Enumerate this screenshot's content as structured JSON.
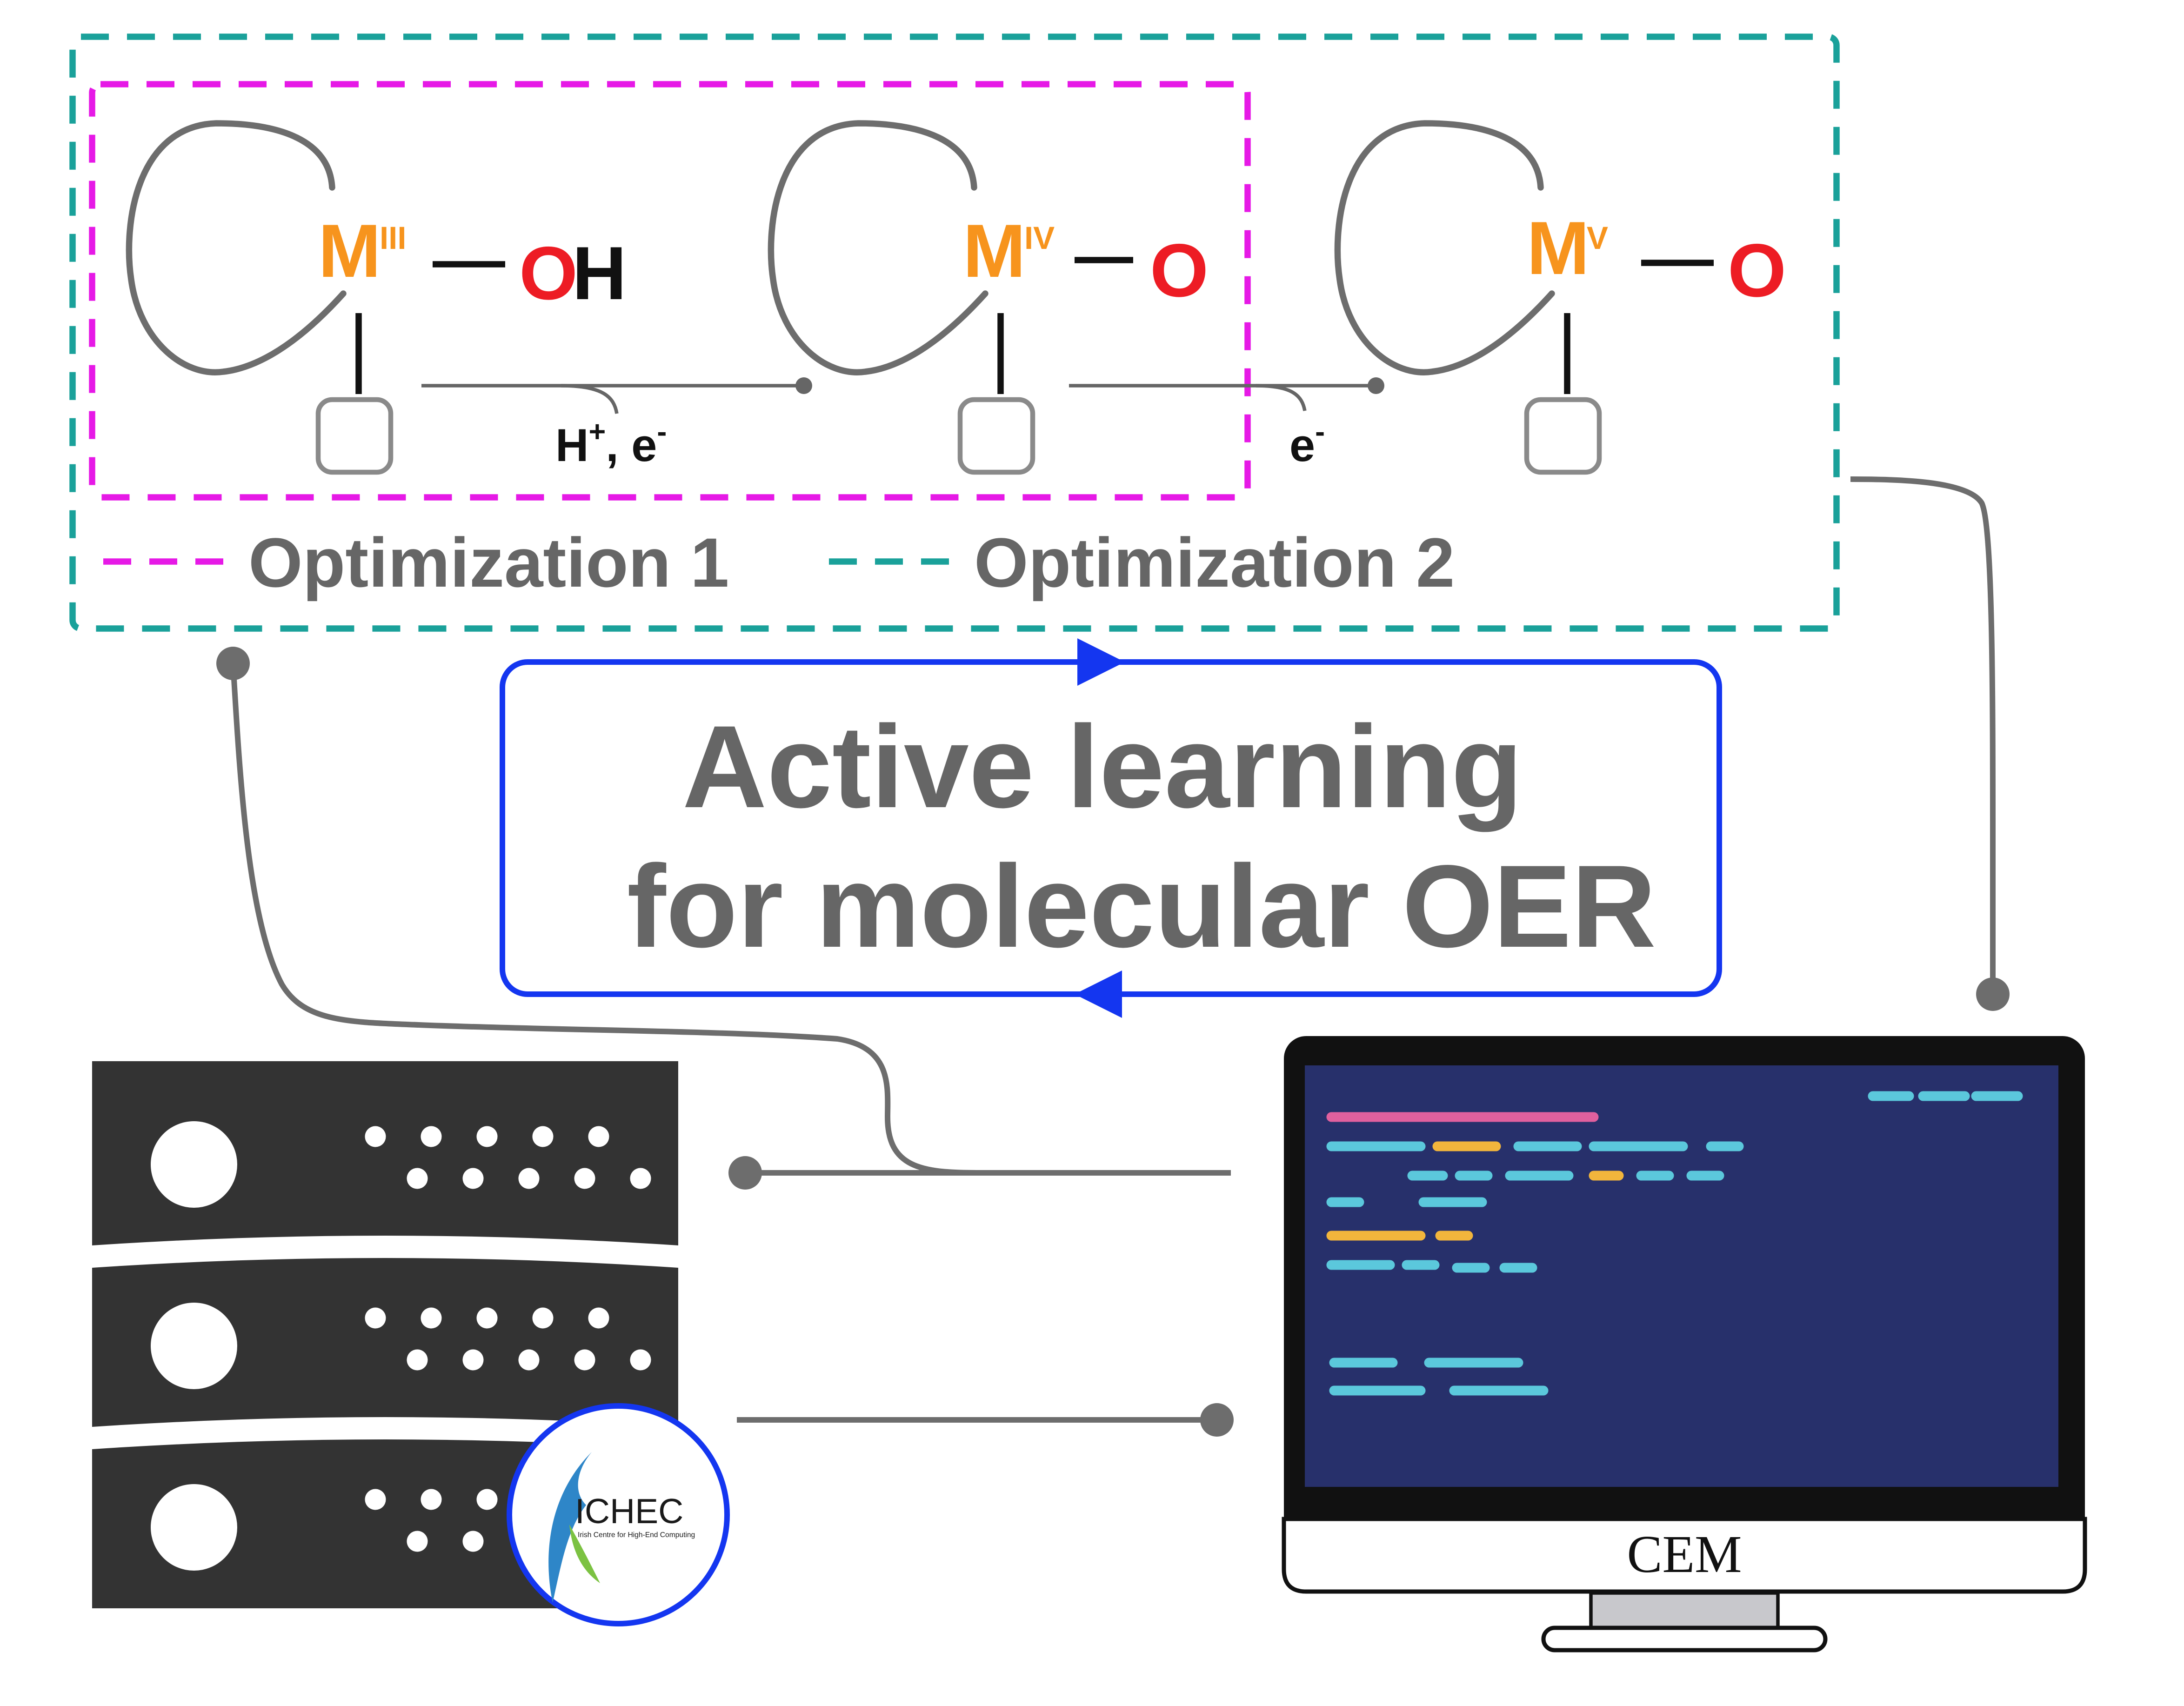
{
  "reactions": {
    "species": [
      {
        "metal": "M",
        "oxidation": "III",
        "ligand_o": "O",
        "ligand_h": "H"
      },
      {
        "metal": "M",
        "oxidation": "IV",
        "ligand_o": "O",
        "ligand_h": ""
      },
      {
        "metal": "M",
        "oxidation": "V",
        "ligand_o": "O",
        "ligand_h": ""
      }
    ],
    "steps": [
      {
        "label": "H",
        "sup1": "+",
        "mid": ", e",
        "sup2": "-"
      },
      {
        "label": "e",
        "sup1": "-",
        "mid": "",
        "sup2": ""
      }
    ]
  },
  "legend": {
    "optimization_1": "Optimization 1",
    "optimization_2": "Optimization 2"
  },
  "title": {
    "line1": "Active learning",
    "line2": "for molecular OER"
  },
  "logos": {
    "ichec_name": "ICHEC",
    "ichec_subtitle": "Irish Centre for High-End Computing",
    "cem": "CEM"
  },
  "colors": {
    "metal_orange": "#F7941D",
    "oxygen_red": "#ED1C24",
    "optimization_1_magenta": "#E619E6",
    "optimization_2_teal": "#1AA19A",
    "cycle_blue": "#1436F0",
    "text_gray": "#666666",
    "server_dark": "#333333",
    "screen_navy": "#27306B"
  },
  "icons": [
    "server-rack-icon",
    "desktop-monitor-icon",
    "ichec-logo",
    "cem-logo",
    "ligand-loop-icon",
    "cycle-arrow-icon"
  ]
}
